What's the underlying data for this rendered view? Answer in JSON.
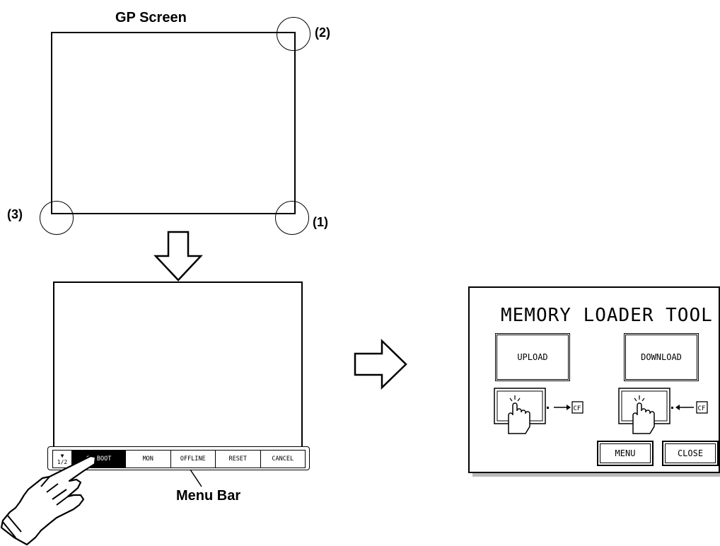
{
  "gp_screen_label": "GP Screen",
  "callouts": {
    "one": "(1)",
    "two": "(2)",
    "three": "(3)"
  },
  "menu_bar": {
    "label": "Menu Bar",
    "page_arrow": "▼",
    "page": "1/2",
    "items": [
      "CF BOOT",
      "MON",
      "OFFLINE",
      "RESET",
      "CANCEL"
    ]
  },
  "memory_loader": {
    "title": "MEMORY LOADER TOOL",
    "upload": "UPLOAD",
    "download": "DOWNLOAD",
    "cf_upload": "CF",
    "cf_download": "CF",
    "menu": "MENU",
    "close": "CLOSE"
  }
}
